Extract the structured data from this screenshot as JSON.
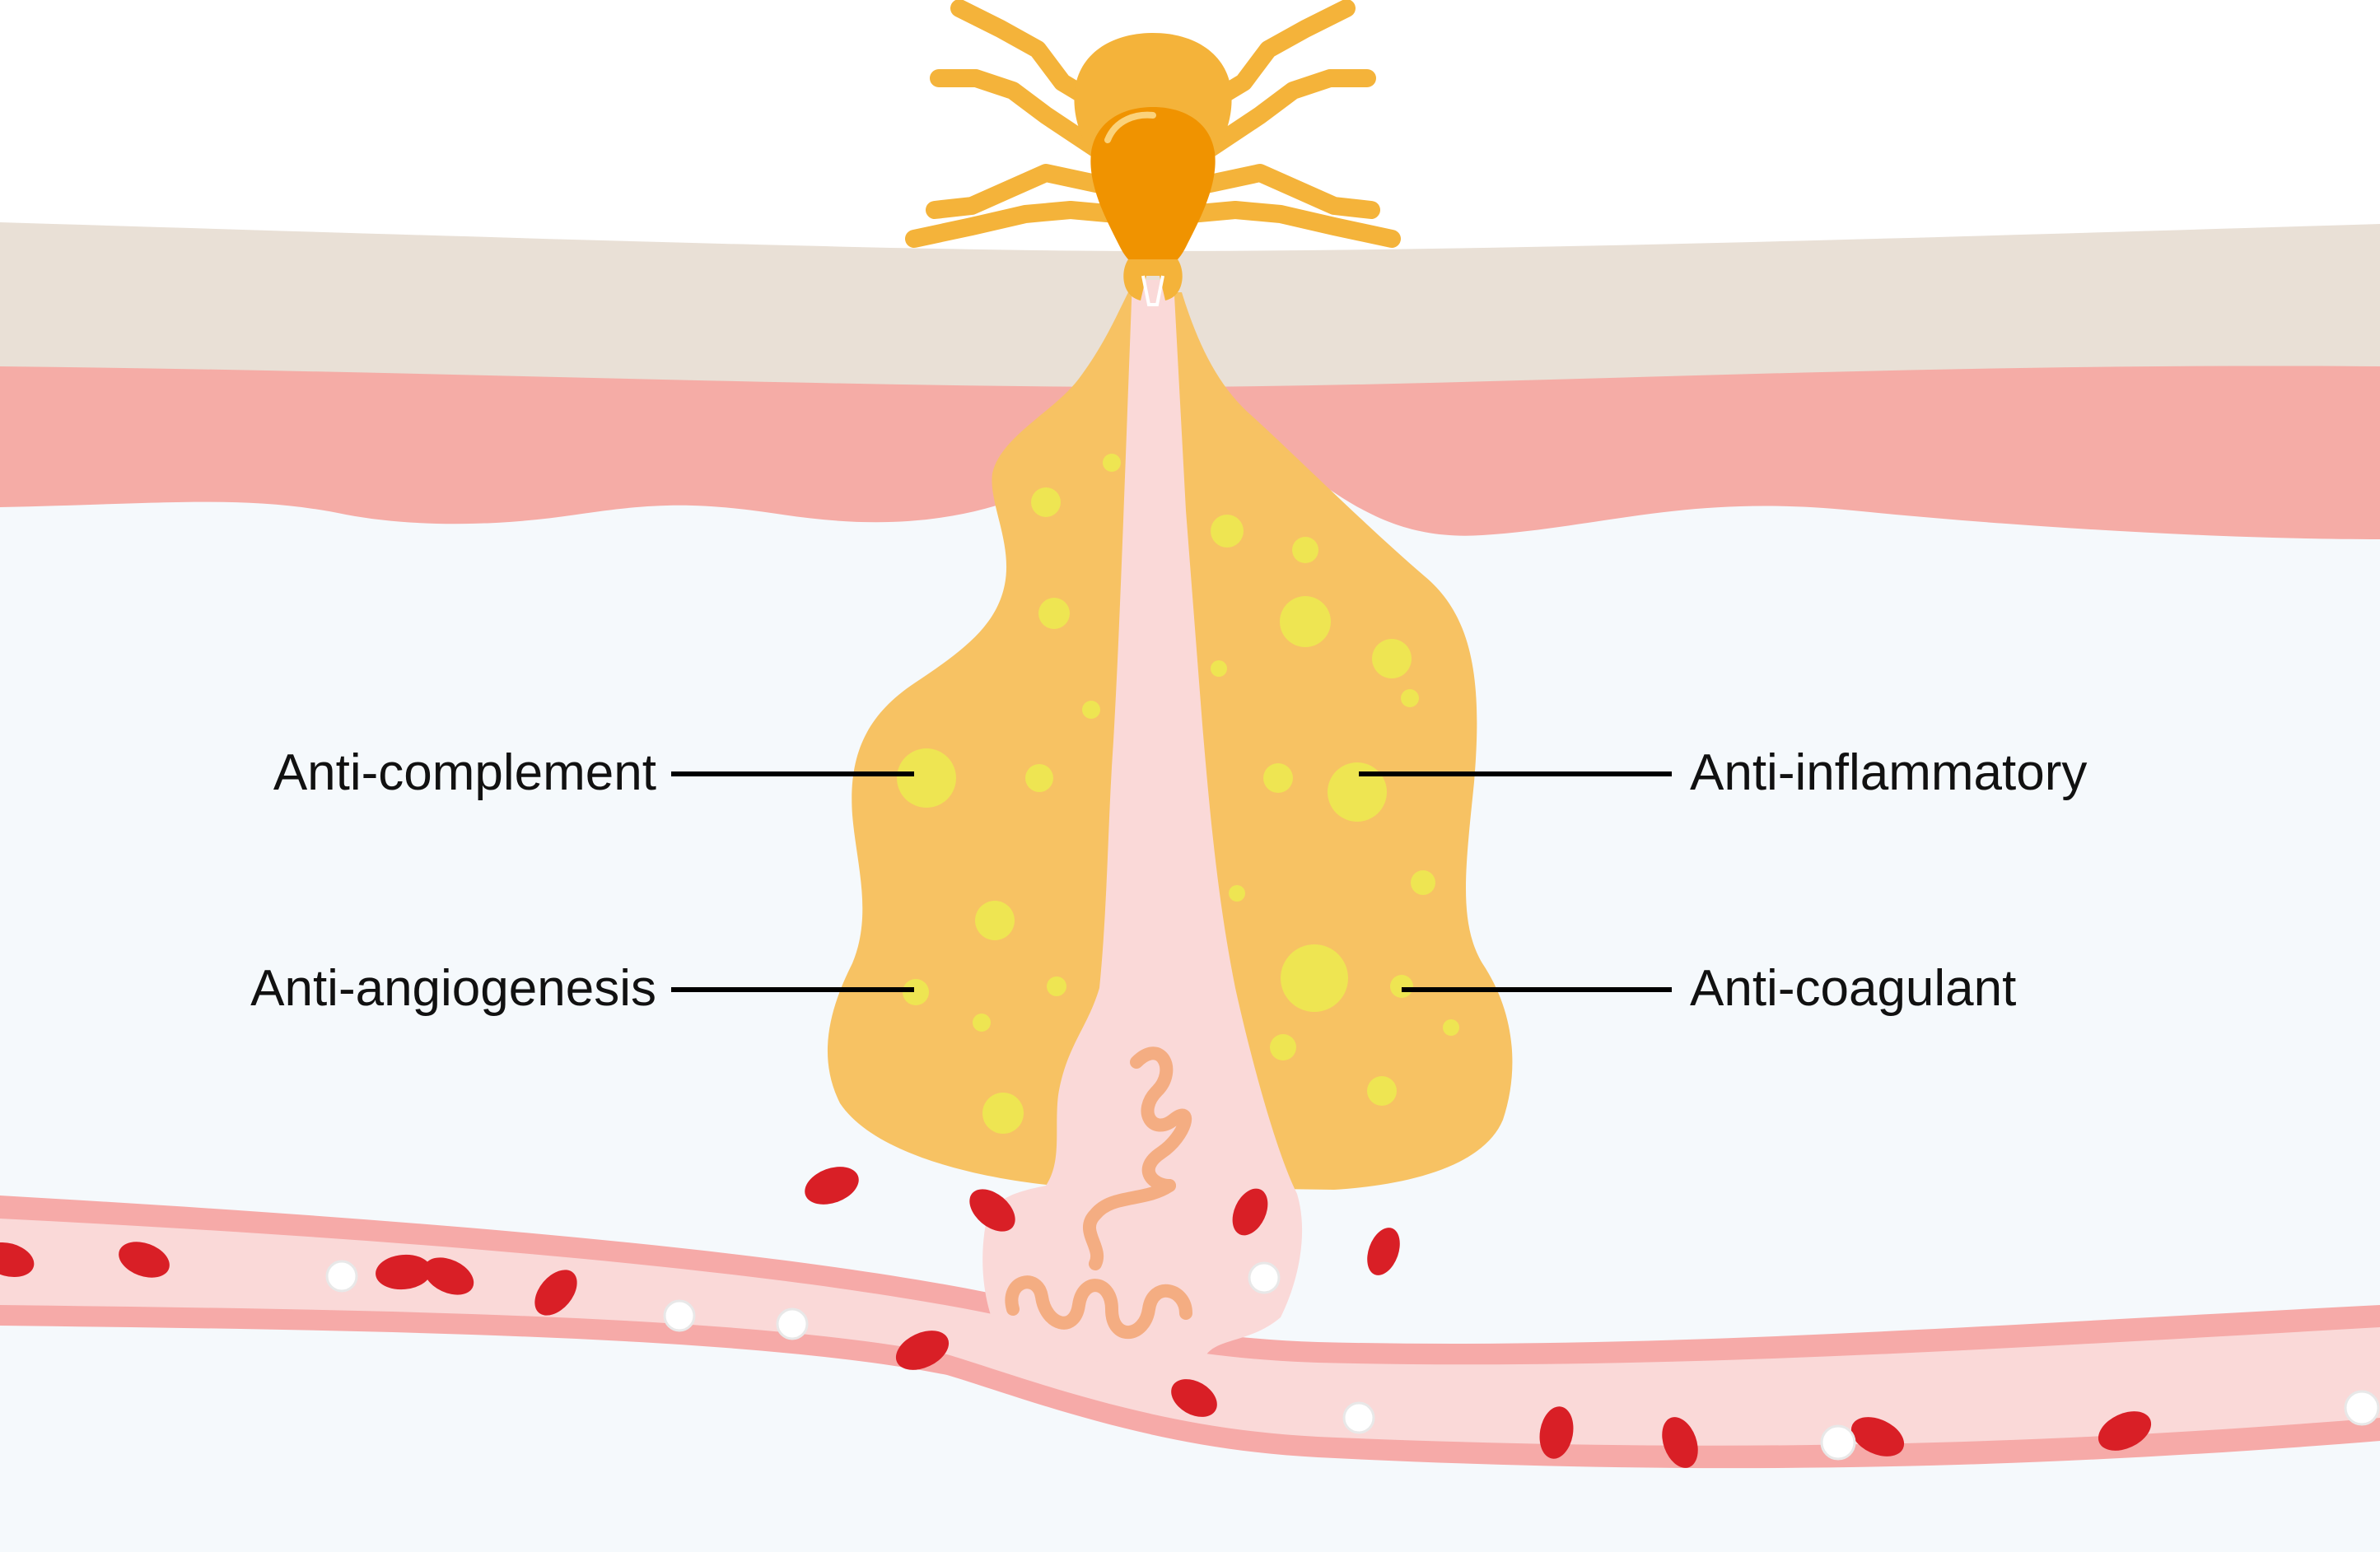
{
  "labels": {
    "anti_complement": "Anti-complement",
    "anti_angiogenesis": "Anti-angiogenesis",
    "anti_inflammatory": "Anti-inflammatory",
    "anti_coagulant": "Anti-coagulant"
  },
  "colors": {
    "epidermis": "#e9e0d6",
    "dermis": "#f5aca6",
    "subcutis": "#f5f9fc",
    "saliva_pool": "#f7c263",
    "saliva_dots": "#eee552",
    "tick": "#f4b33a",
    "tick_dark": "#f09300",
    "feeding_channel": "#fad9d8",
    "blood_vessel": "#f6aaa8",
    "blood_cell": "#d91f26",
    "white_cell": "#ffffff",
    "pathogen": "#f4ad82"
  }
}
